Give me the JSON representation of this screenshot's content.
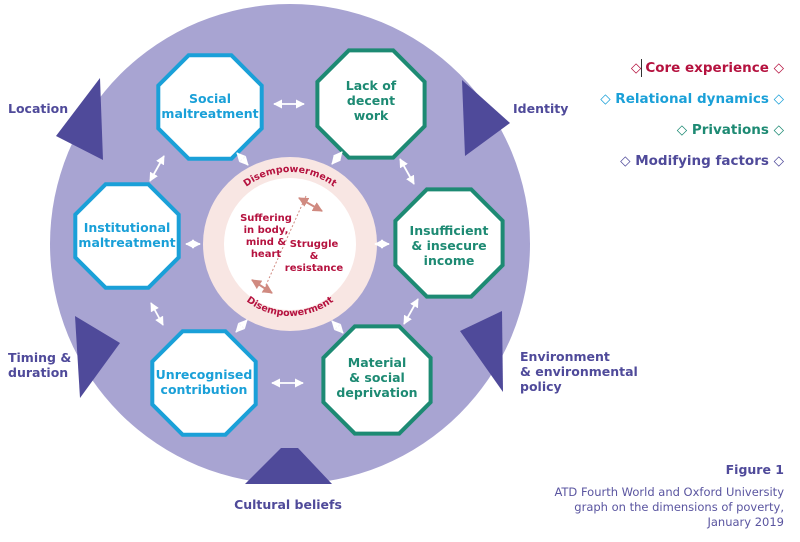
{
  "center": {
    "top_label": "Disempowerment",
    "bottom_label": "Disempowerment",
    "left_lines": [
      "Suffering",
      "in body,",
      "mind &",
      "heart"
    ],
    "right_lines": [
      "Struggle",
      "&",
      "resistance"
    ]
  },
  "relational": {
    "social": [
      "Social",
      "maltreatment"
    ],
    "institutional": [
      "Institutional",
      "maltreatment"
    ],
    "unrecognised": [
      "Unrecognised",
      "contribution"
    ]
  },
  "privations": {
    "work": [
      "Lack of",
      "decent",
      "work"
    ],
    "income": [
      "Insufficient",
      "& insecure",
      "income"
    ],
    "deprivation": [
      "Material",
      "& social",
      "deprivation"
    ]
  },
  "modifying": {
    "location": [
      "Location"
    ],
    "identity": [
      "Identity"
    ],
    "timing": [
      "Timing &",
      "duration"
    ],
    "environment": [
      "Environment",
      "& environmental",
      "policy"
    ],
    "cultural": [
      "Cultural beliefs"
    ]
  },
  "legend": {
    "core": "Core experience",
    "relational": "Relational dynamics",
    "privations": "Privations",
    "modifying": "Modifying factors",
    "diamond": "◇"
  },
  "caption": {
    "title": "Figure 1",
    "body": "ATD Fourth World and Oxford University graph on the dimensions of poverty, January 2019"
  },
  "colors": {
    "ring": "#a8a4d2",
    "core_ring": "#f8e6e3",
    "core_fill": "#ffffff",
    "relational": "#1aa0d8",
    "privations": "#1d8a73",
    "modifying": "#4f4a9a",
    "core_text": "#b5123f",
    "double_arrow": "#d08a80"
  }
}
